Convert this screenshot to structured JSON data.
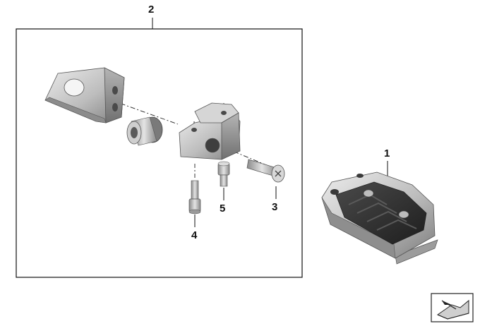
{
  "callouts": [
    {
      "id": "1",
      "label": "1"
    },
    {
      "id": "2",
      "label": "2"
    },
    {
      "id": "3",
      "label": "3"
    },
    {
      "id": "4",
      "label": "4"
    },
    {
      "id": "5",
      "label": "5"
    }
  ],
  "colors": {
    "frame": "#111111",
    "metal_light": "#d9d9d9",
    "metal_mid": "#a9a9a9",
    "metal_dark": "#6e6e6e",
    "rubber": "#2b2b2b",
    "background": "#ffffff"
  },
  "icons": {
    "corner": "assembly-view-icon"
  }
}
